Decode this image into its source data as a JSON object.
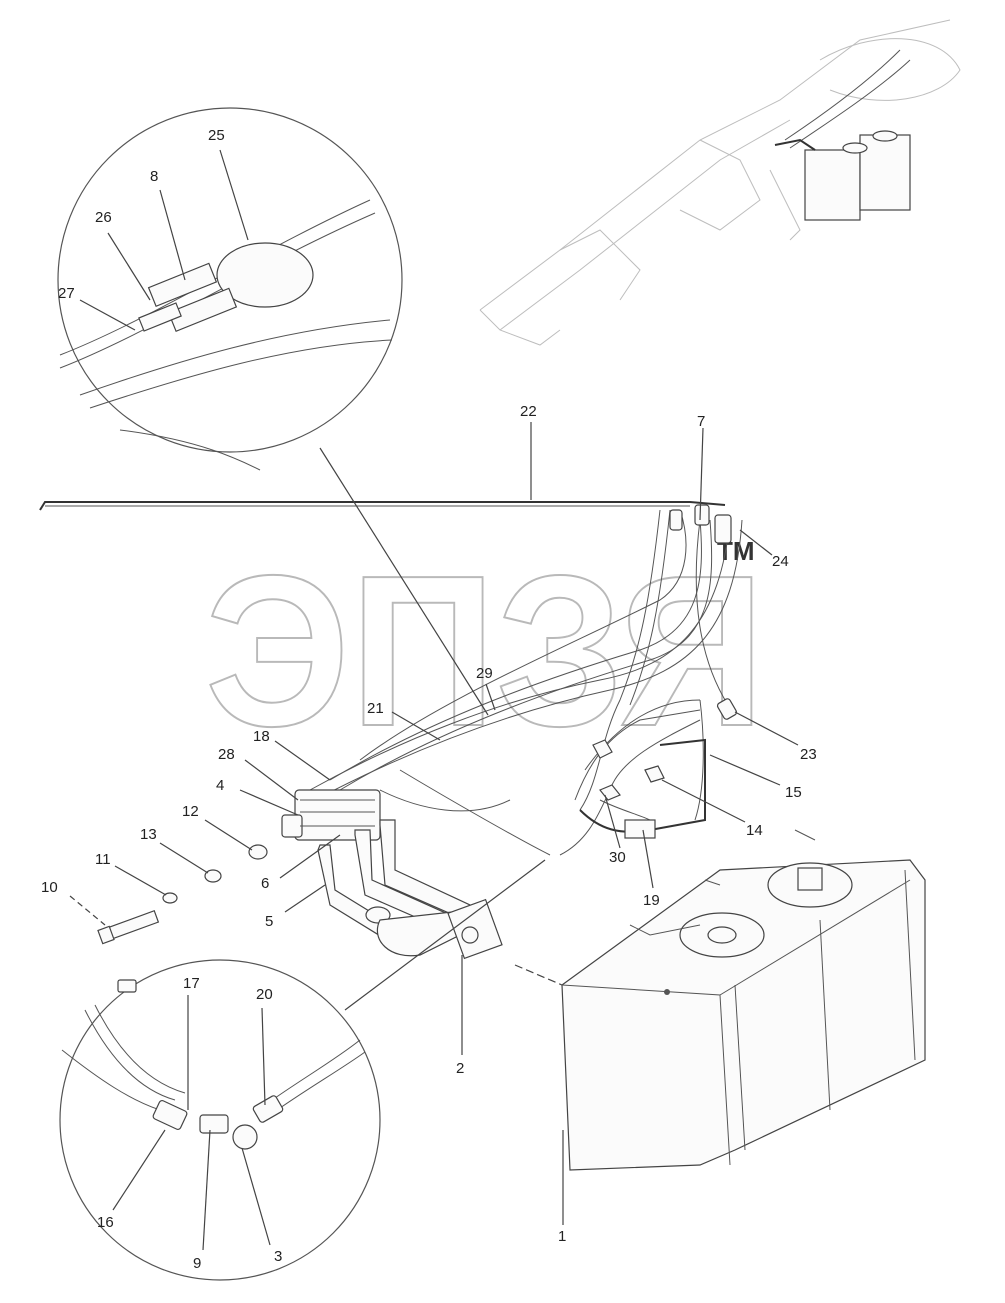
{
  "watermark": {
    "text": "ЭПЗЯ",
    "tm": "TM"
  },
  "callouts": [
    {
      "id": "c1",
      "text": "1"
    },
    {
      "id": "c2",
      "text": "2"
    },
    {
      "id": "c3",
      "text": "3"
    },
    {
      "id": "c4",
      "text": "4"
    },
    {
      "id": "c5",
      "text": "5"
    },
    {
      "id": "c6",
      "text": "6"
    },
    {
      "id": "c7",
      "text": "7"
    },
    {
      "id": "c8",
      "text": "8"
    },
    {
      "id": "c9",
      "text": "9"
    },
    {
      "id": "c10",
      "text": "10"
    },
    {
      "id": "c11",
      "text": "11"
    },
    {
      "id": "c12",
      "text": "12"
    },
    {
      "id": "c13",
      "text": "13"
    },
    {
      "id": "c14",
      "text": "14"
    },
    {
      "id": "c15",
      "text": "15"
    },
    {
      "id": "c16",
      "text": "16"
    },
    {
      "id": "c17",
      "text": "17"
    },
    {
      "id": "c18",
      "text": "18"
    },
    {
      "id": "c19",
      "text": "19"
    },
    {
      "id": "c20",
      "text": "20"
    },
    {
      "id": "c21",
      "text": "21"
    },
    {
      "id": "c22",
      "text": "22"
    },
    {
      "id": "c23",
      "text": "23"
    },
    {
      "id": "c24",
      "text": "24"
    },
    {
      "id": "c25",
      "text": "25"
    },
    {
      "id": "c26",
      "text": "26"
    },
    {
      "id": "c27",
      "text": "27"
    },
    {
      "id": "c28",
      "text": "28"
    },
    {
      "id": "c29",
      "text": "29"
    },
    {
      "id": "c30",
      "text": "30"
    }
  ]
}
